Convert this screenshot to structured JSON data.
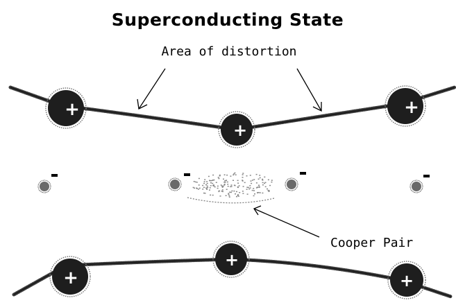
{
  "diagram": {
    "title": "Superconducting State",
    "labels": {
      "distortion": "Area of distortion",
      "cooper_pair": "Cooper Pair"
    },
    "ion_sign": "+",
    "electron_sign": "–",
    "colors": {
      "ion": "#1e1e1e",
      "lattice": "#3b3b3b",
      "electron": "#6a6a6a",
      "background": "#ffffff"
    }
  }
}
